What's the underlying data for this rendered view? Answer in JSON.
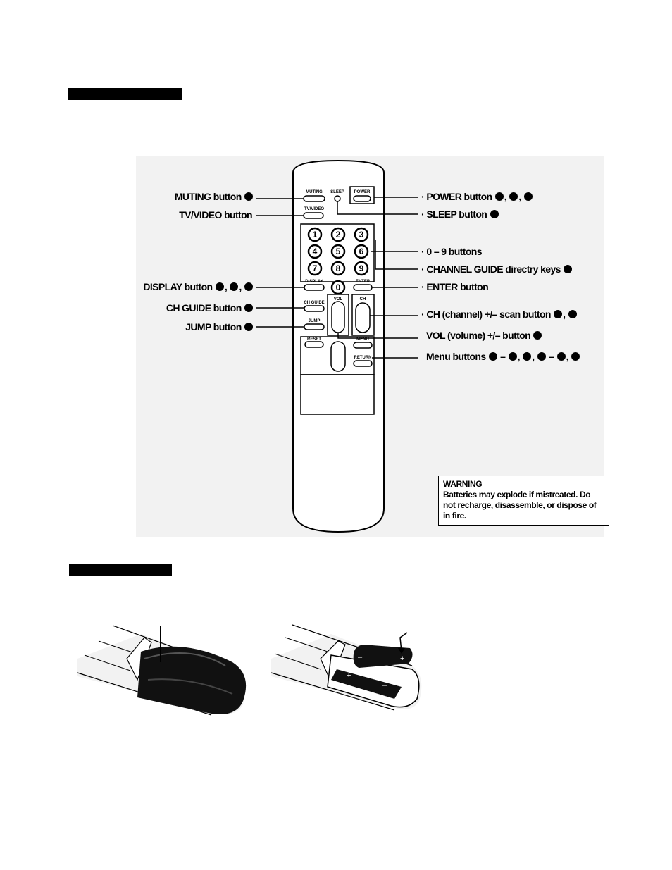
{
  "page": {
    "labels_left": {
      "muting": "MUTING button",
      "tv_video": "TV/VIDEO button",
      "display": "DISPLAY button",
      "ch_guide": "CH GUIDE button",
      "jump": "JUMP button"
    },
    "labels_right": {
      "power": "POWER button",
      "sleep": "SLEEP button",
      "digits": "0 – 9 buttons",
      "channel_guide": "CHANNEL GUIDE directry keys",
      "enter": "ENTER button",
      "ch": "CH (channel) +/– scan button",
      "vol": "VOL (volume) +/– button",
      "menu": "Menu buttons"
    },
    "remote_buttons": {
      "muting": "MUTING",
      "sleep": "SLEEP",
      "power": "POWER",
      "tvvideo": "TV/VIDEO",
      "display": "DISPLAY",
      "enter": "ENTER",
      "vol": "VOL",
      "ch": "CH",
      "chguide": "CH GUIDE",
      "jump": "JUMP",
      "reset": "RESET",
      "menu": "MENU",
      "return": "RETURN",
      "digits": [
        "1",
        "2",
        "3",
        "4",
        "5",
        "6",
        "7",
        "8",
        "9",
        "0"
      ]
    },
    "warning": {
      "title": "WARNING",
      "body": "Batteries may explode if mistreated. Do not recharge, disassemble, or dispose of in fire."
    }
  }
}
